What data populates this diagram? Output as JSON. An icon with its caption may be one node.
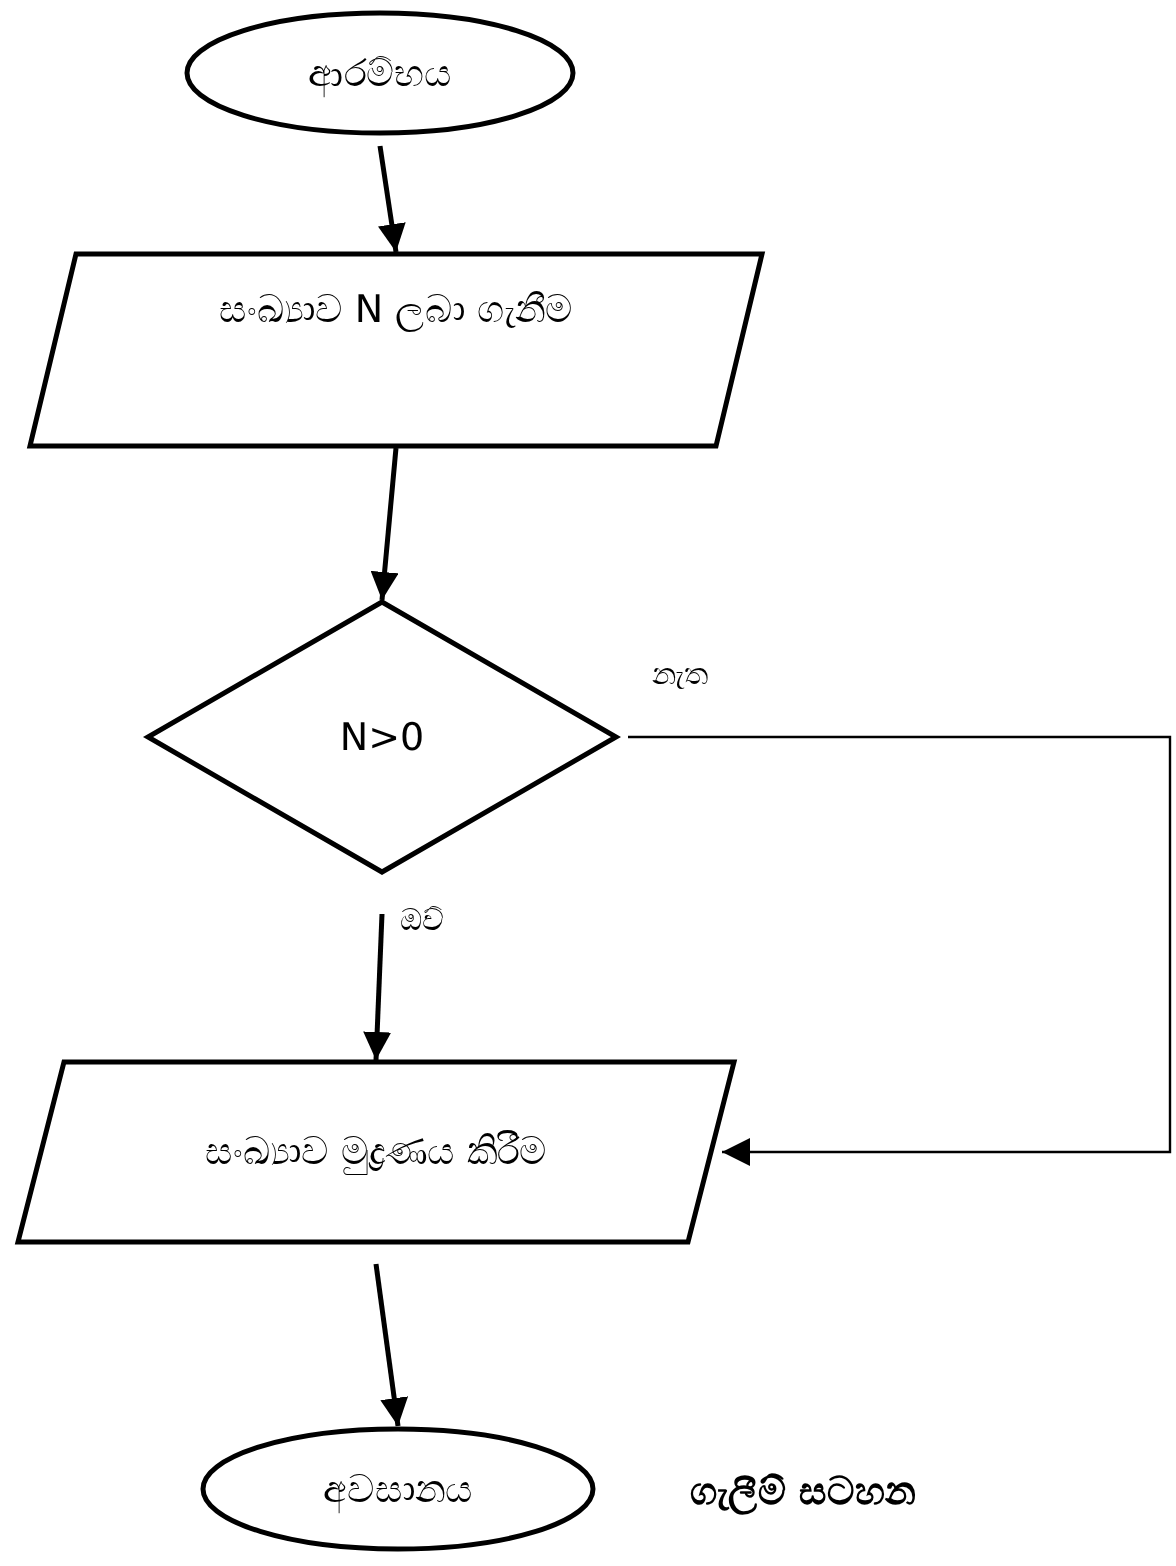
{
  "diagram": {
    "caption": "ගැලීම් සටහන",
    "nodes": [
      {
        "text": [
          "ආරම්භය"
        ]
      },
      {
        "text": [
          "සංඛ්‍යාව N ලබා ගැනීම"
        ]
      },
      {
        "text": [
          "N>0"
        ]
      },
      {
        "text": [
          "සංඛ්‍යාව මුද්‍රණය කිරීම"
        ]
      },
      {
        "text": [
          "අවසානය"
        ]
      }
    ],
    "edges": [
      {
        "from": 0,
        "to": 1,
        "arrow": "to"
      },
      {
        "from": 1,
        "to": 2,
        "arrow": "to"
      },
      {
        "from": 2,
        "to": 3,
        "arrow": "to",
        "label": "ඔව්"
      },
      {
        "from": 2,
        "to": 3,
        "arrow": "to",
        "label": "නැත"
      },
      {
        "from": 3,
        "to": 4,
        "arrow": "to"
      }
    ]
  }
}
